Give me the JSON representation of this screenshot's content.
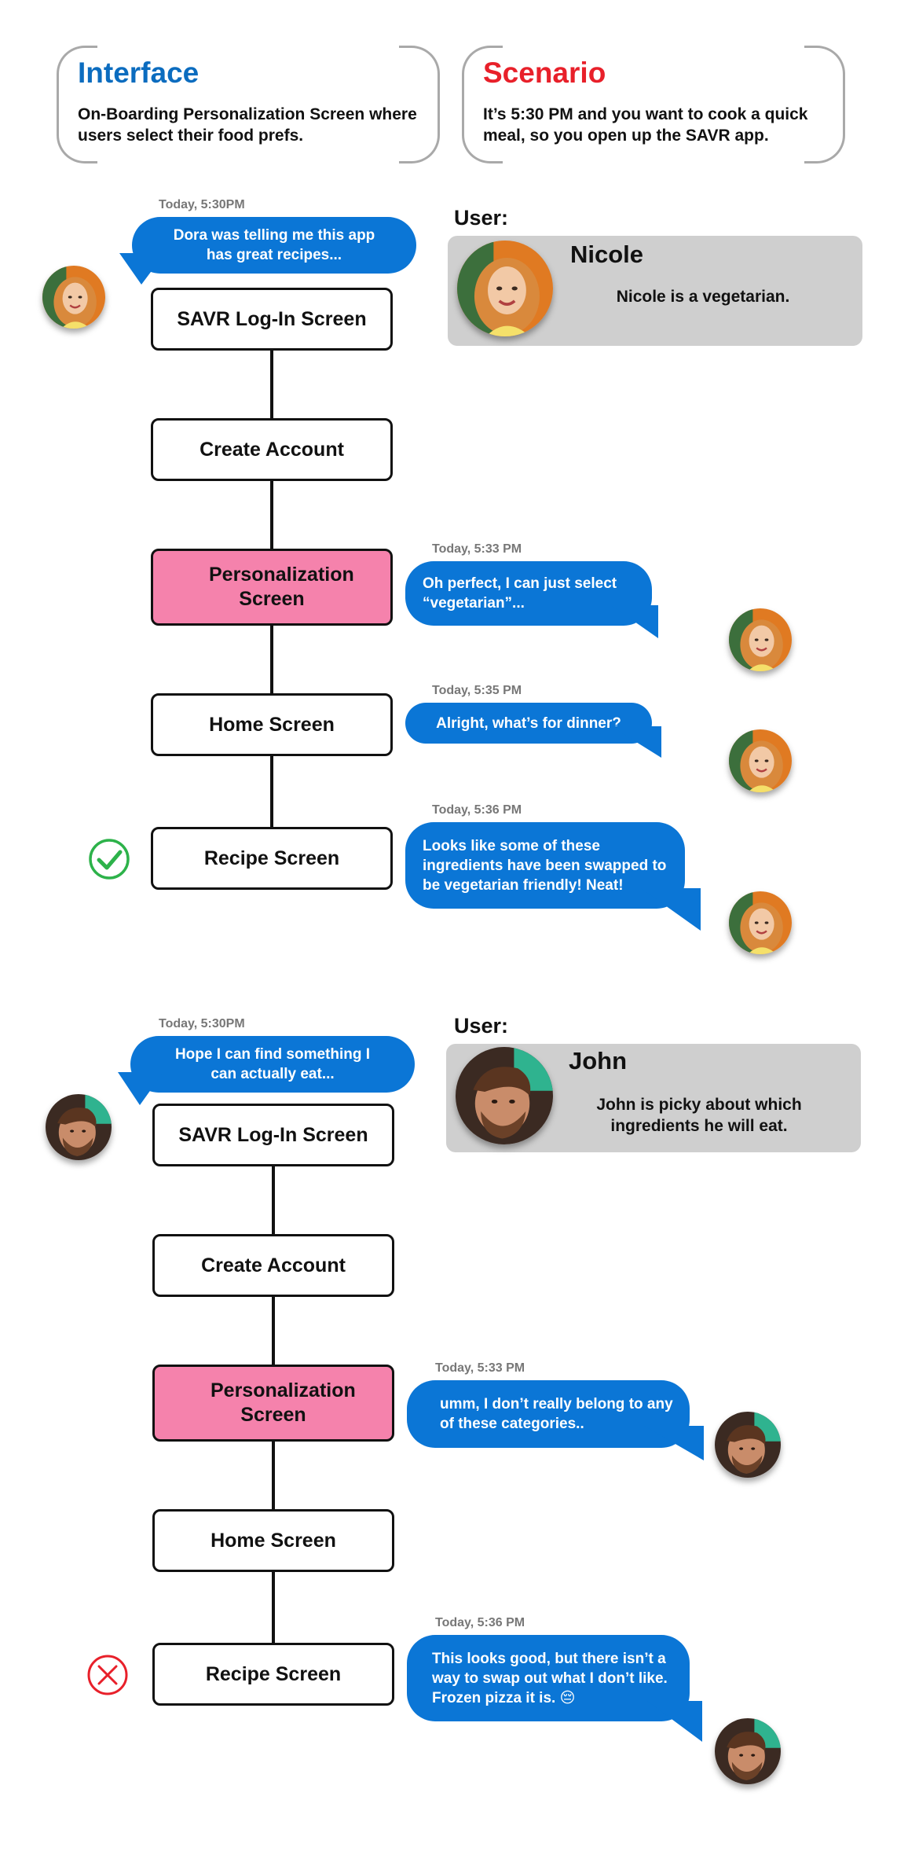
{
  "header": {
    "interface": {
      "title": "Interface",
      "text": "On-Boarding Personalization Screen where users select their food prefs.",
      "color": "#0b6cbf"
    },
    "scenario": {
      "title": "Scenario",
      "text": "It’s 5:30 PM and you want to cook a quick meal, so you open up the SAVR app.",
      "color": "#e8202a"
    }
  },
  "flows": [
    {
      "steps": [
        "SAVR Log-In Screen",
        "Create Account",
        "Personalization Screen",
        "Home Screen",
        "Recipe Screen"
      ],
      "user": {
        "label": "User:",
        "name": "Nicole",
        "description": "Nicole is a vegetarian."
      },
      "messages": [
        {
          "time": "Today, 5:30PM",
          "text": "Dora was telling me this app has great recipes..."
        },
        {
          "time": "Today, 5:33 PM",
          "text": "Oh perfect, I can just select “vegetarian”..."
        },
        {
          "time": "Today, 5:35 PM",
          "text": "Alright, what’s for dinner?"
        },
        {
          "time": "Today, 5:36 PM",
          "text": "Looks like some of these ingredients have been swapped to be vegetarian friendly! Neat!"
        }
      ],
      "result": "check-icon"
    },
    {
      "steps": [
        "SAVR Log-In Screen",
        "Create Account",
        "Personalization Screen",
        "Home Screen",
        "Recipe Screen"
      ],
      "user": {
        "label": "User:",
        "name": "John",
        "description": "John is picky about  which ingredients he will eat."
      },
      "messages": [
        {
          "time": "Today, 5:30PM",
          "text": "Hope I can find something I can actually eat..."
        },
        {
          "time": "Today, 5:33 PM",
          "text": "umm, I don’t really belong to any of these categories.."
        },
        {
          "time": "Today, 5:36 PM",
          "text": "This looks good, but there isn’t a way to swap out what I don’t like. Frozen pizza it is. 😔"
        }
      ],
      "result": "x-icon"
    }
  ],
  "colors": {
    "bubble": "#0b76d6",
    "highlight_box": "#f582ac",
    "success": "#2db24a",
    "failure": "#e8202a",
    "user_card": "#cfcfcf"
  }
}
